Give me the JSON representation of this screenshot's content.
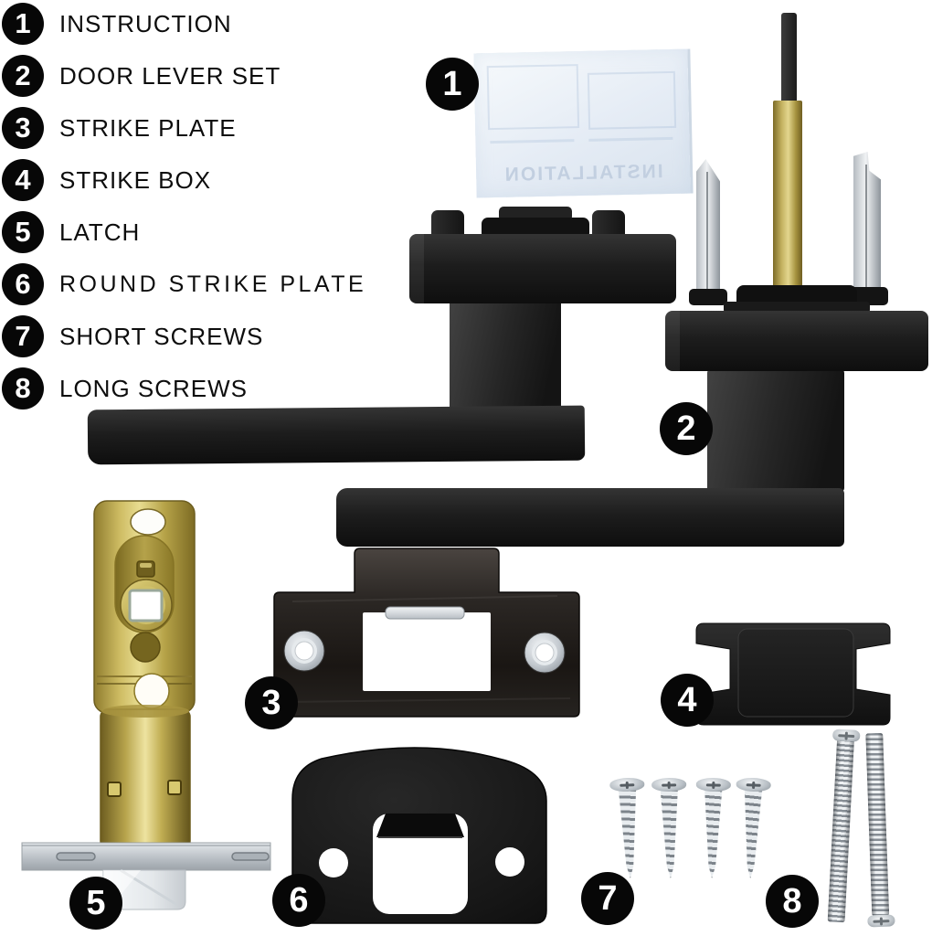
{
  "page": {
    "background": "#ffffff"
  },
  "colors": {
    "badge_bg": "#070707",
    "badge_text": "#ffffff",
    "hardware_black": "#1c1c1c",
    "latch_brass": "#c6b258",
    "screw_silver": "#ccd1d5",
    "paper_blue": "#e6edf6"
  },
  "legend": {
    "items": [
      {
        "number": "1",
        "label": "INSTRUCTION"
      },
      {
        "number": "2",
        "label": "DOOR LEVER SET"
      },
      {
        "number": "3",
        "label": "STRIKE PLATE"
      },
      {
        "number": "4",
        "label": "STRIKE BOX"
      },
      {
        "number": "5",
        "label": "LATCH"
      },
      {
        "number": "6",
        "label": "ROUND STRIKE PLATE"
      },
      {
        "number": "7",
        "label": "SHORT SCREWS"
      },
      {
        "number": "8",
        "label": "LONG SCREWS"
      }
    ]
  },
  "diagram": {
    "callouts": [
      {
        "number": "1",
        "part": "instruction-sheet"
      },
      {
        "number": "2",
        "part": "door-lever-set"
      },
      {
        "number": "3",
        "part": "strike-plate"
      },
      {
        "number": "4",
        "part": "strike-box"
      },
      {
        "number": "5",
        "part": "latch"
      },
      {
        "number": "6",
        "part": "round-strike-plate"
      },
      {
        "number": "7",
        "part": "short-screws"
      },
      {
        "number": "8",
        "part": "long-screws"
      }
    ],
    "instruction_sheet": {
      "ghost_text": "INSTALLATION"
    },
    "short_screws": {
      "count": 4
    },
    "long_screws": {
      "count": 2
    }
  }
}
